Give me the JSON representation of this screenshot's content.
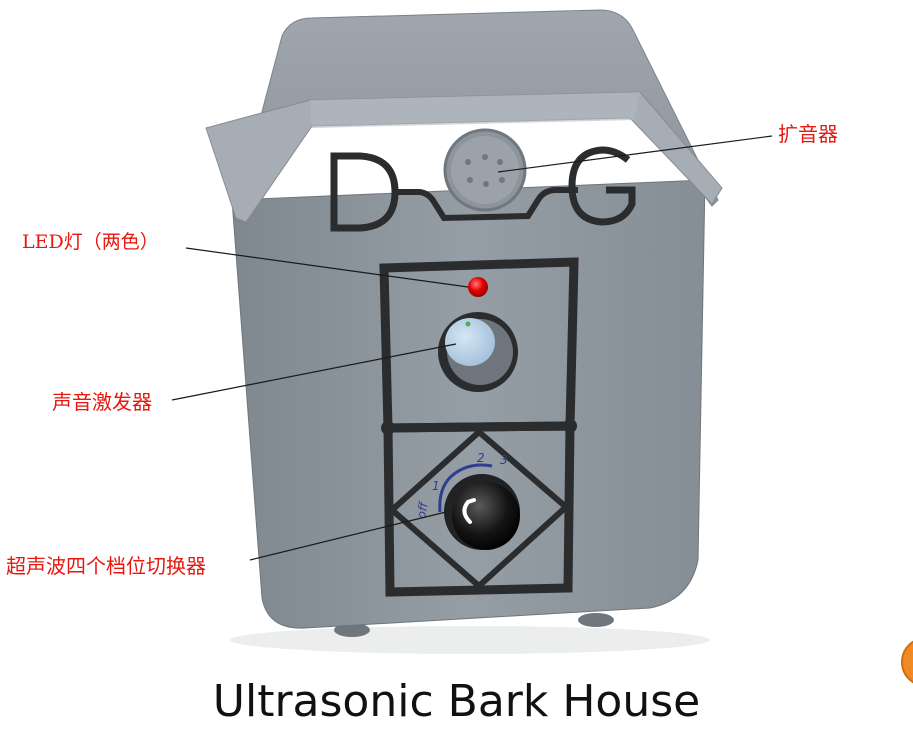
{
  "device": {
    "logo_left_letter": "D",
    "logo_right_letter": "G"
  },
  "dial": {
    "scale_labels": [
      "off",
      "1",
      "2",
      "3"
    ]
  },
  "callouts": {
    "speaker": "扩音器",
    "led": "LED灯（两色）",
    "emitter": "声音激发器",
    "switch": "超声波四个档位切换器"
  },
  "caption": "Ultrasonic Bark House",
  "colors": {
    "callout_text": "#e8170f",
    "body": "#8d959d",
    "roof": "#9ea5ad",
    "outline": "#2a2c2e",
    "led": "#e30000",
    "emitter_disc": "#b9d3ea",
    "dial_scale": "#2e3f8f"
  }
}
